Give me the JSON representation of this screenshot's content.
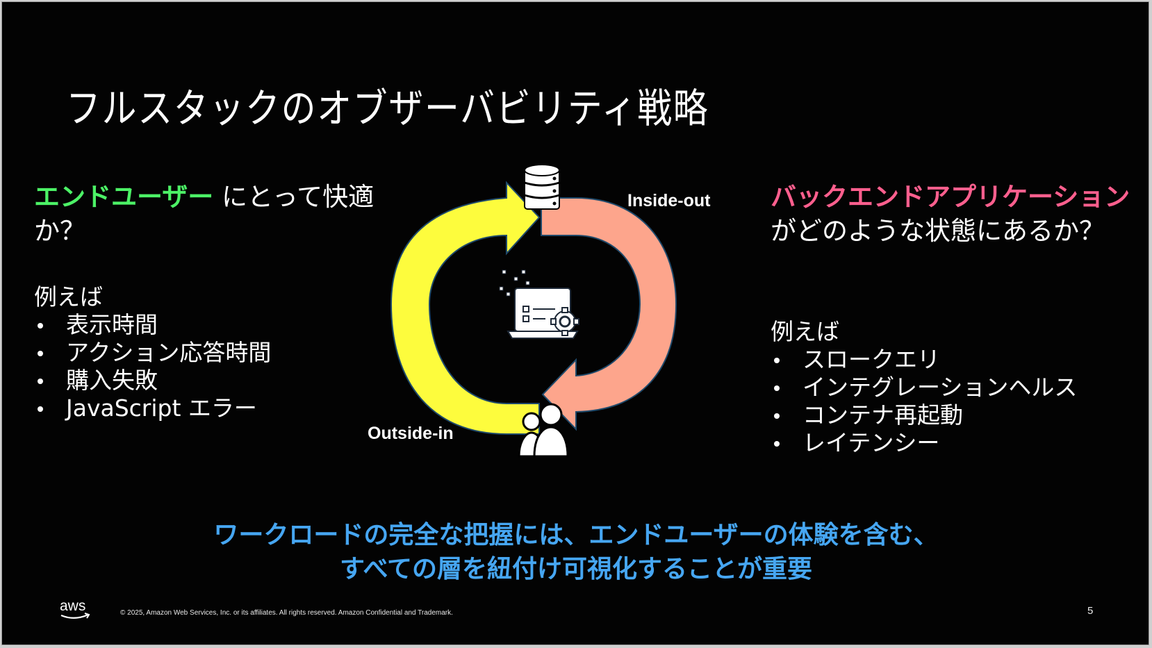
{
  "slide": {
    "title": "フルスタックのオブザーバビリティ戦略",
    "left": {
      "question_highlight": "エンドユーザー",
      "question_rest": " にとって快適か？",
      "examples_heading": "例えば",
      "examples": [
        "表示時間",
        "アクション応答時間",
        "購入失敗",
        "JavaScript エラー"
      ]
    },
    "right": {
      "question_highlight": "バックエンドアプリケーション",
      "question_rest": " がどのような状態にあるか？",
      "examples_heading": "例えば",
      "examples": [
        "スロークエリ",
        "インテグレーションヘルス",
        "コンテナ再起動",
        "レイテンシー"
      ]
    },
    "diagram": {
      "label_inside_out": "Inside-out",
      "label_outside_in": "Outside-in",
      "icons": [
        "database-icon",
        "laptop-settings-icon",
        "users-icon"
      ]
    },
    "summary_line1": "ワークロードの完全な把握には、エンドユーザーの体験を含む、",
    "summary_line2": "すべての層を紐付け可視化することが重要",
    "footer": {
      "logo": "aws",
      "copyright": "© 2025, Amazon Web Services, Inc. or its affiliates. All rights reserved. Amazon Confidential and Trademark.",
      "page_number": "5"
    }
  },
  "colors": {
    "background": "#030303",
    "end_user_green": "#4cf266",
    "backend_pink": "#ff5f8e",
    "summary_blue": "#46a6f2",
    "arrow_yellow": "#fdfc3d",
    "arrow_salmon": "#fda58c",
    "arrow_outline": "#1f4a6b"
  }
}
